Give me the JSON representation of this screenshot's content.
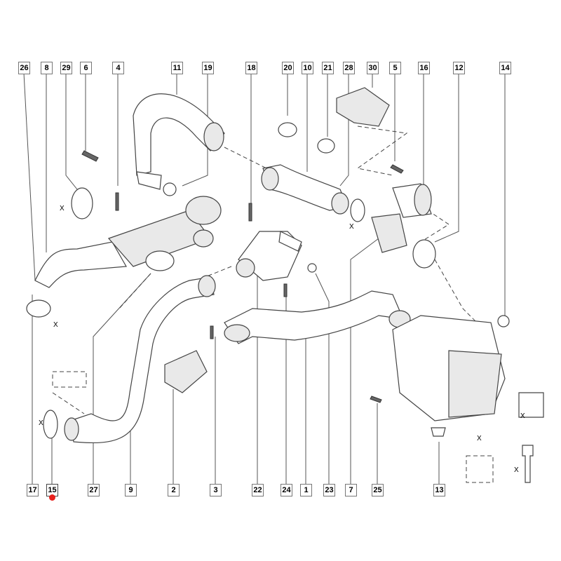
{
  "diagram": {
    "title": "Air intake / turbo ducting parts diagram",
    "top_labels": [
      "26",
      "8",
      "29",
      "6",
      "4",
      "11",
      "19",
      "18",
      "20",
      "10",
      "21",
      "28",
      "30",
      "5",
      "16",
      "12",
      "14"
    ],
    "bottom_labels": [
      "17",
      "15",
      "27",
      "9",
      "2",
      "3",
      "22",
      "24",
      "1",
      "23",
      "7",
      "25",
      "13"
    ],
    "selected_label": "15",
    "dimension_marks": [
      "X",
      "X",
      "X",
      "X",
      "X",
      "X",
      "X"
    ],
    "colors": {
      "selected_marker": "#e8201c",
      "label_border": "#777777",
      "lines": "#444444"
    }
  }
}
